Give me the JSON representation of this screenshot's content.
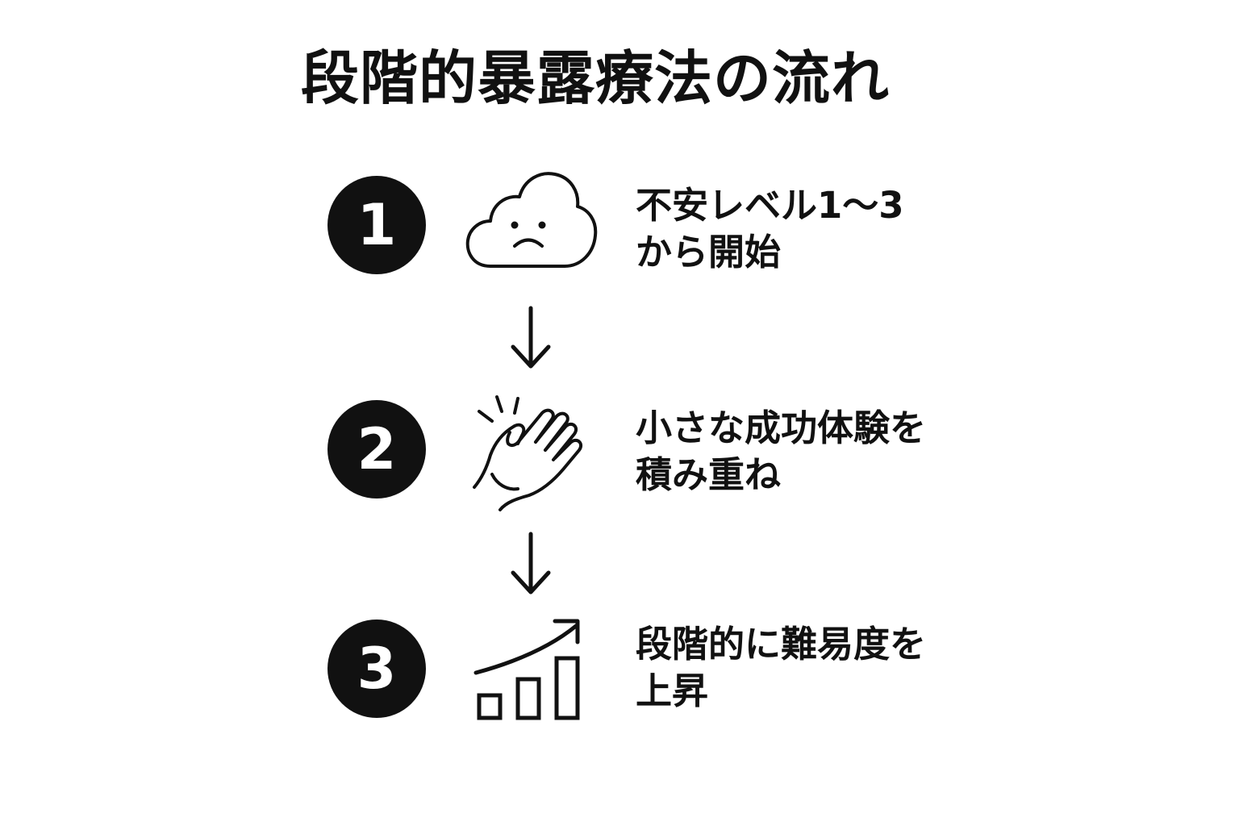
{
  "title": "段階的暴露療法の流れ",
  "steps": [
    {
      "number": "1",
      "icon": "worried-cloud-icon",
      "line1": "不安レベル1〜3",
      "line2": "から開始"
    },
    {
      "number": "2",
      "icon": "clapping-hand-icon",
      "line1": "小さな成功体験を",
      "line2": "積み重ね"
    },
    {
      "number": "3",
      "icon": "rising-bar-chart-icon",
      "line1": "段階的に難易度を",
      "line2": "上昇"
    }
  ],
  "colors": {
    "ink": "#111111",
    "background": "#ffffff"
  }
}
